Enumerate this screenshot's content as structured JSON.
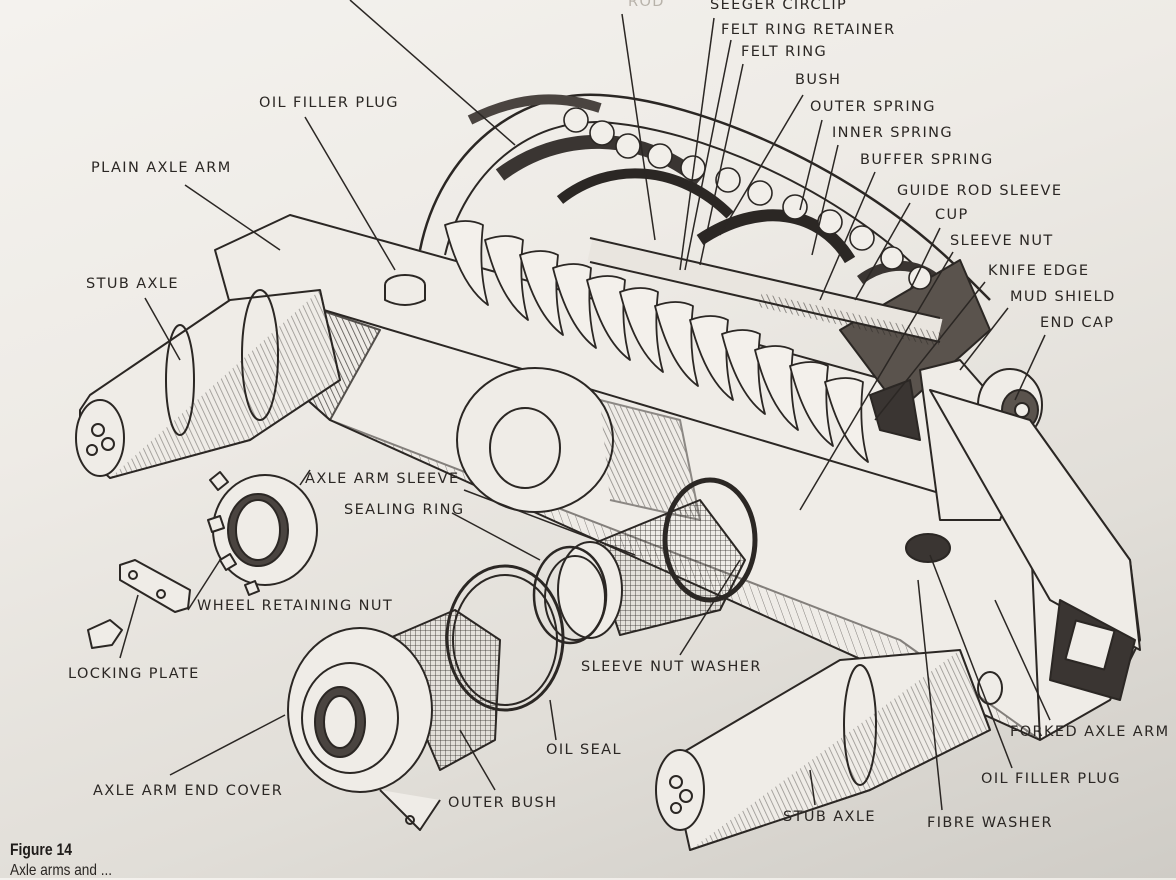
{
  "figure": {
    "number_label": "Figure 14",
    "caption_partial": "Axle arms and ..."
  },
  "colors": {
    "ink": "#2b2724",
    "paper_light": "#f4f2ee",
    "paper_dark": "#cfccc6"
  },
  "labels": {
    "guide_rod_partial": "ROD",
    "seeger_circlip": "SEEGER CIRCLIP",
    "felt_ring_retainer": "FELT RING RETAINER",
    "felt_ring": "FELT RING",
    "bush": "BUSH",
    "outer_spring": "OUTER SPRING",
    "inner_spring": "INNER SPRING",
    "buffer_spring": "BUFFER SPRING",
    "guide_rod_sleeve": "GUIDE ROD SLEEVE",
    "cup": "CUP",
    "sleeve_nut": "SLEEVE NUT",
    "knife_edge": "KNIFE EDGE",
    "mud_shield": "MUD SHIELD",
    "end_cap": "END CAP",
    "oil_filler_plug_top": "OIL FILLER PLUG",
    "plain_axle_arm": "PLAIN AXLE ARM",
    "stub_axle_left": "STUB AXLE",
    "axle_arm_sleeve": "AXLE ARM SLEEVE",
    "sealing_ring": "SEALING RING",
    "wheel_retaining_nut": "WHEEL RETAINING NUT",
    "locking_plate": "LOCKING PLATE",
    "sleeve_nut_washer": "SLEEVE NUT WASHER",
    "oil_seal": "OIL SEAL",
    "axle_arm_end_cover": "AXLE ARM END COVER",
    "outer_bush": "OUTER BUSH",
    "stub_axle_right": "STUB AXLE",
    "fibre_washer": "FIBRE WASHER",
    "oil_filler_plug_bottom": "OIL FILLER PLUG",
    "forked_axle_arm": "FORKED AXLE ARM"
  }
}
